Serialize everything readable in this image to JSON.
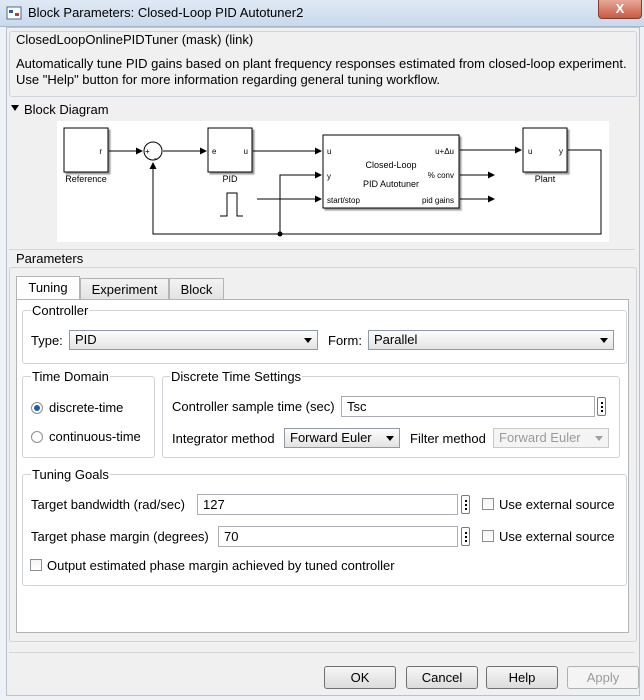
{
  "window": {
    "title": "Block Parameters: Closed-Loop PID Autotuner2",
    "close_label": "X"
  },
  "mask": {
    "heading": "ClosedLoopOnlinePIDTuner (mask) (link)",
    "description_line1": "Automatically tune PID gains based on plant frequency responses estimated from closed-loop experiment.",
    "description_line2": "Use \"Help\" button for more information regarding general tuning workflow."
  },
  "block_diagram": {
    "label": "Block Diagram",
    "reference": {
      "port": "r",
      "name": "Reference"
    },
    "sum": {
      "sign": "+",
      "minus": "-"
    },
    "pid": {
      "in": "e",
      "out": "u",
      "name": "PID"
    },
    "autotuner": {
      "title_line1": "Closed-Loop",
      "title_line2": "PID Autotuner",
      "in_u": "u",
      "in_y": "y",
      "in_startstop": "start/stop",
      "out_udu": "u+Δu",
      "out_conv": "% conv",
      "out_gains": "pid gains"
    },
    "plant": {
      "in": "u",
      "out": "y",
      "name": "Plant"
    }
  },
  "parameters": {
    "label": "Parameters",
    "tabs": [
      "Tuning",
      "Experiment",
      "Block"
    ],
    "selected_tab": "Tuning",
    "controller": {
      "label": "Controller",
      "type_label": "Type:",
      "type_value": "PID",
      "form_label": "Form:",
      "form_value": "Parallel"
    },
    "time_domain": {
      "label": "Time Domain",
      "options": [
        "discrete-time",
        "continuous-time"
      ],
      "selected": "discrete-time"
    },
    "discrete": {
      "label": "Discrete Time Settings",
      "sample_time_label": "Controller sample time (sec)",
      "sample_time_value": "Tsc",
      "integrator_label": "Integrator method",
      "integrator_value": "Forward Euler",
      "filter_label": "Filter method",
      "filter_value": "Forward Euler"
    },
    "goals": {
      "label": "Tuning Goals",
      "bandwidth_label": "Target bandwidth (rad/sec)",
      "bandwidth_value": "127",
      "phase_label": "Target phase margin (degrees)",
      "phase_value": "70",
      "external_label": "Use external source",
      "output_label": "Output estimated phase margin achieved by tuned controller"
    }
  },
  "buttons": {
    "ok": "OK",
    "cancel": "Cancel",
    "help": "Help",
    "apply": "Apply"
  }
}
